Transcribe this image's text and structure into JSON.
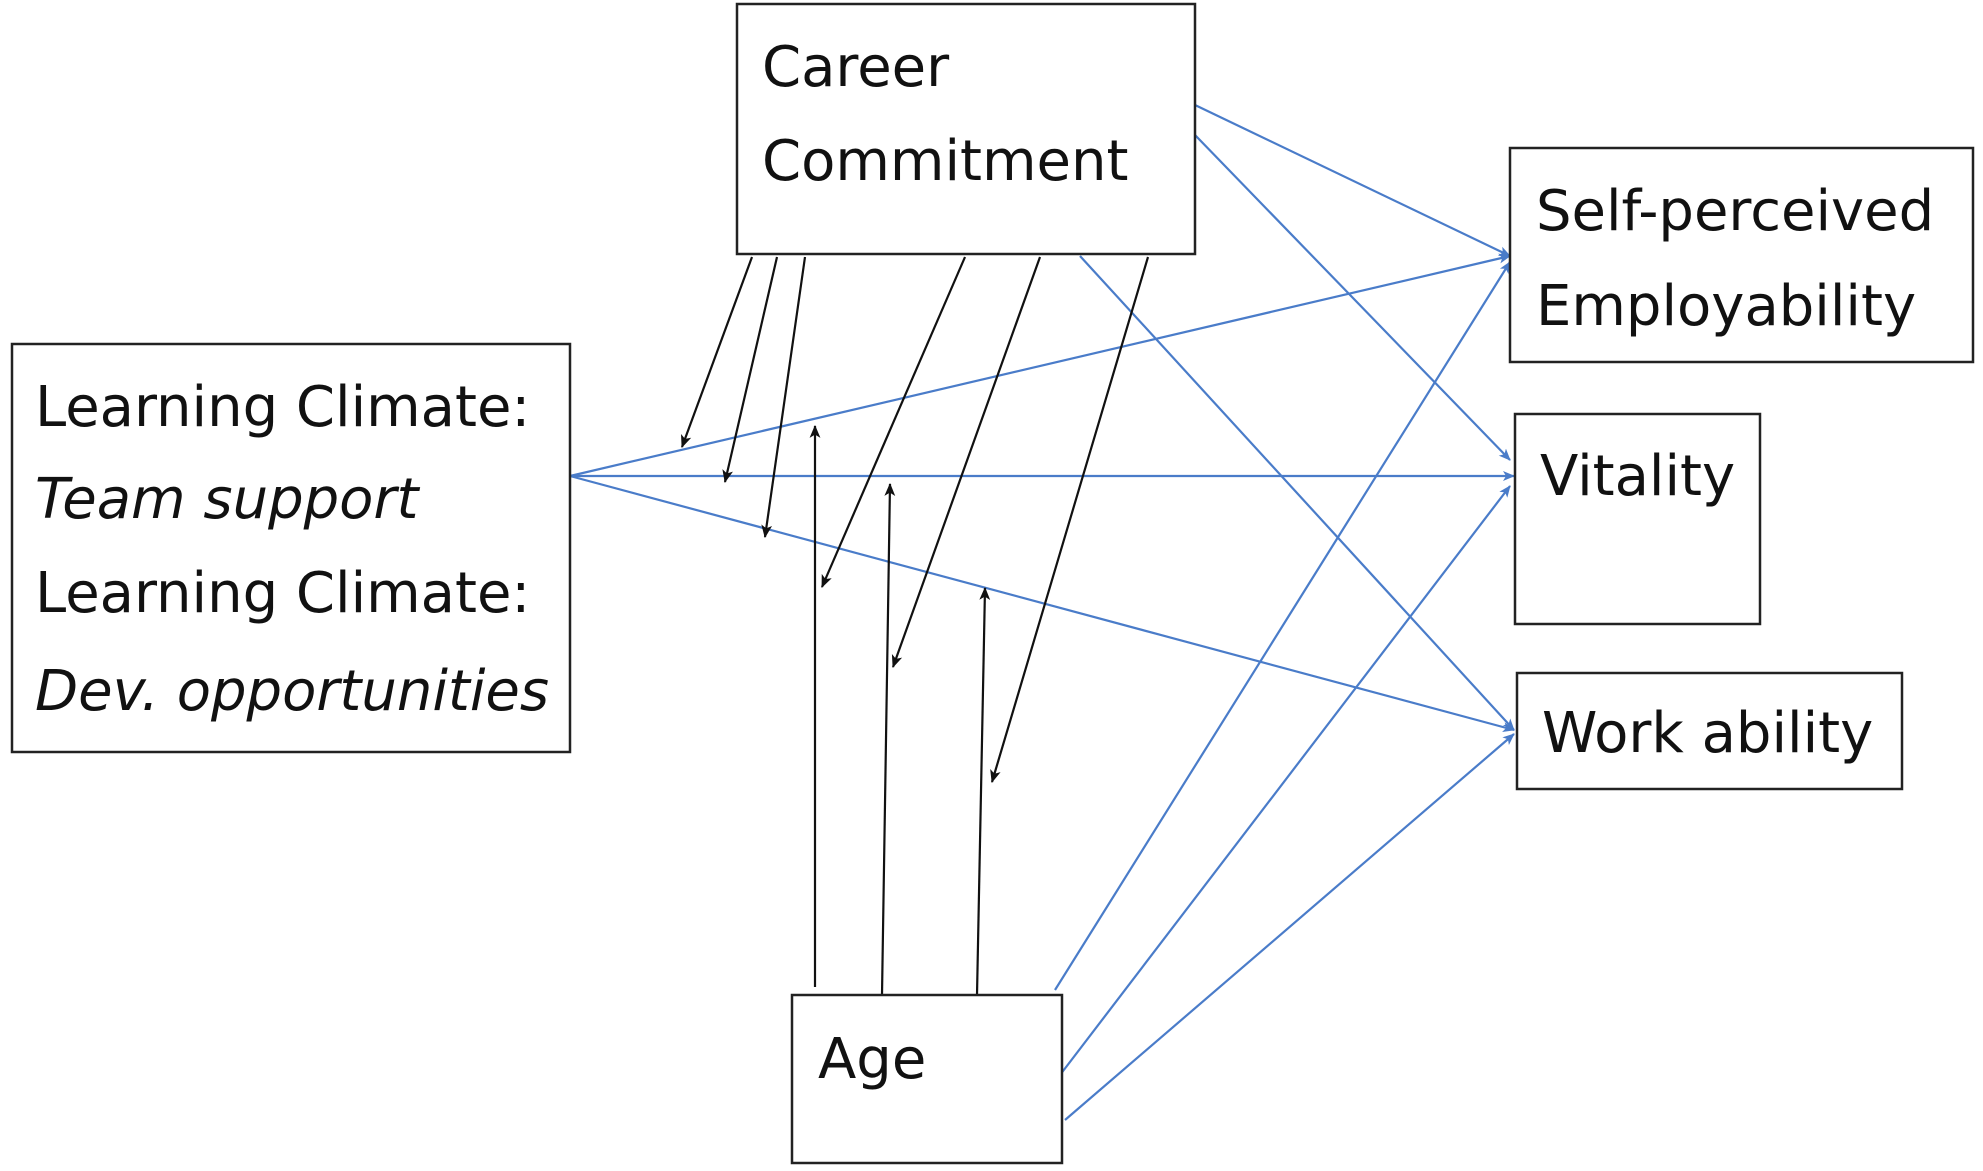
{
  "nodes": {
    "career_commitment": {
      "line1": "Career",
      "line2": "Commitment"
    },
    "learning_climate": {
      "line1": "Learning Climate:",
      "line2": "Team support",
      "line3": "Learning Climate:",
      "line4": "Dev. opportunities"
    },
    "age": {
      "label": "Age"
    },
    "self_perceived_employability": {
      "line1": "Self-perceived",
      "line2": "Employability"
    },
    "vitality": {
      "label": "Vitality"
    },
    "work_ability": {
      "label": "Work ability"
    }
  },
  "colors": {
    "direct_path": "#4a7cc9",
    "moderation_path": "#111111",
    "box_border": "#222222"
  }
}
